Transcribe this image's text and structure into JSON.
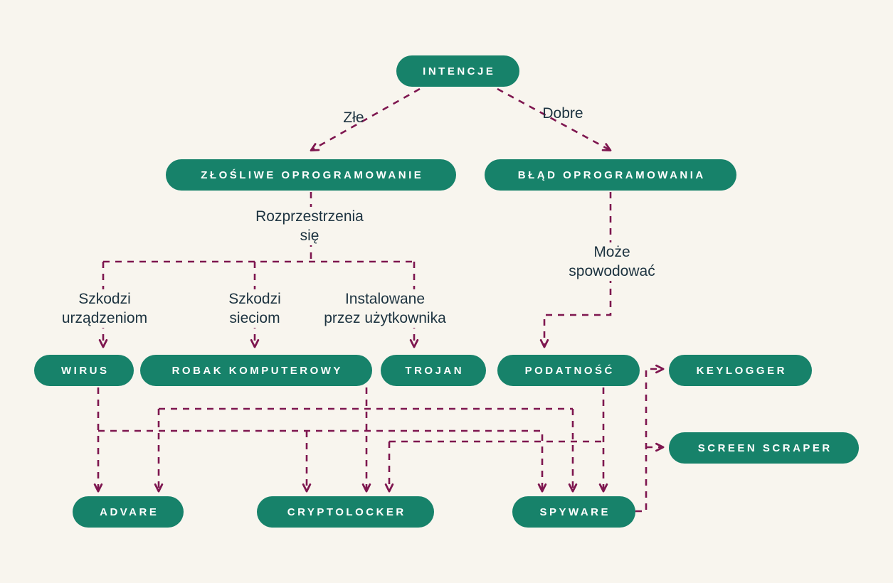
{
  "diagram": {
    "colors": {
      "background": "#f8f5ee",
      "node_fill": "#17826a",
      "node_text": "#ffffff",
      "connector": "#7e164f",
      "label_text": "#1d3340"
    },
    "nodes": {
      "intencje": {
        "label": "INTENCJE"
      },
      "zlosliwe_oprogramowanie": {
        "label": "ZŁOŚLIWE OPROGRAMOWANIE"
      },
      "blad_oprogramowania": {
        "label": "BŁĄD OPROGRAMOWANIA"
      },
      "wirus": {
        "label": "WIRUS"
      },
      "robak_komputerowy": {
        "label": "ROBAK KOMPUTEROWY"
      },
      "trojan": {
        "label": "TROJAN"
      },
      "podatnosc": {
        "label": "PODATNOŚĆ"
      },
      "keylogger": {
        "label": "KEYLOGGER"
      },
      "screen_scraper": {
        "label": "SCREEN SCRAPER"
      },
      "advare": {
        "label": "ADVARE"
      },
      "cryptolocker": {
        "label": "CRYPTOLOCKER"
      },
      "spyware": {
        "label": "SPYWARE"
      }
    },
    "edge_labels": {
      "zle": "Złe",
      "dobre": "Dobre",
      "rozprzestrzenia_sie": "Rozprzestrzenia\nsię",
      "moze_spowodowac": "Może\nspowodować",
      "szkodzi_urzadzeniom": "Szkodzi\nurządzeniom",
      "szkodzi_sieciom": "Szkodzi\nsieciom",
      "instalowane_przez_uzytkownika": "Instalowane\nprzez użytkownika"
    }
  }
}
